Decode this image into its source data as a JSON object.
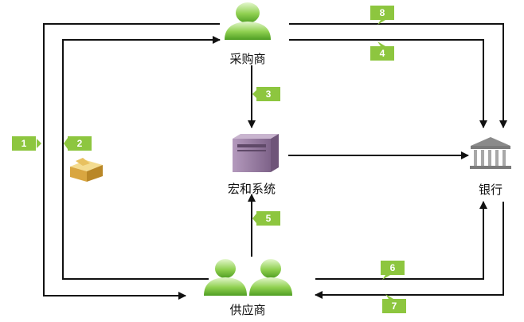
{
  "nodes": {
    "purchaser": {
      "label": "采购商",
      "icon": "person-icon"
    },
    "system": {
      "label": "宏和系统",
      "icon": "server-icon"
    },
    "bank": {
      "label": "银行",
      "icon": "bank-icon"
    },
    "supplier": {
      "label": "供应商",
      "icon": "people-icon"
    },
    "goods": {
      "icon": "box-icon"
    }
  },
  "steps": [
    "1",
    "2",
    "3",
    "4",
    "5",
    "6",
    "7",
    "8"
  ],
  "colors": {
    "badge": "#8dc63f",
    "person_top": "#dff5c6",
    "person_bottom": "#5aa82a",
    "arrow": "#111111",
    "server": "#9c82a6",
    "bank": "#9a9a9a"
  }
}
